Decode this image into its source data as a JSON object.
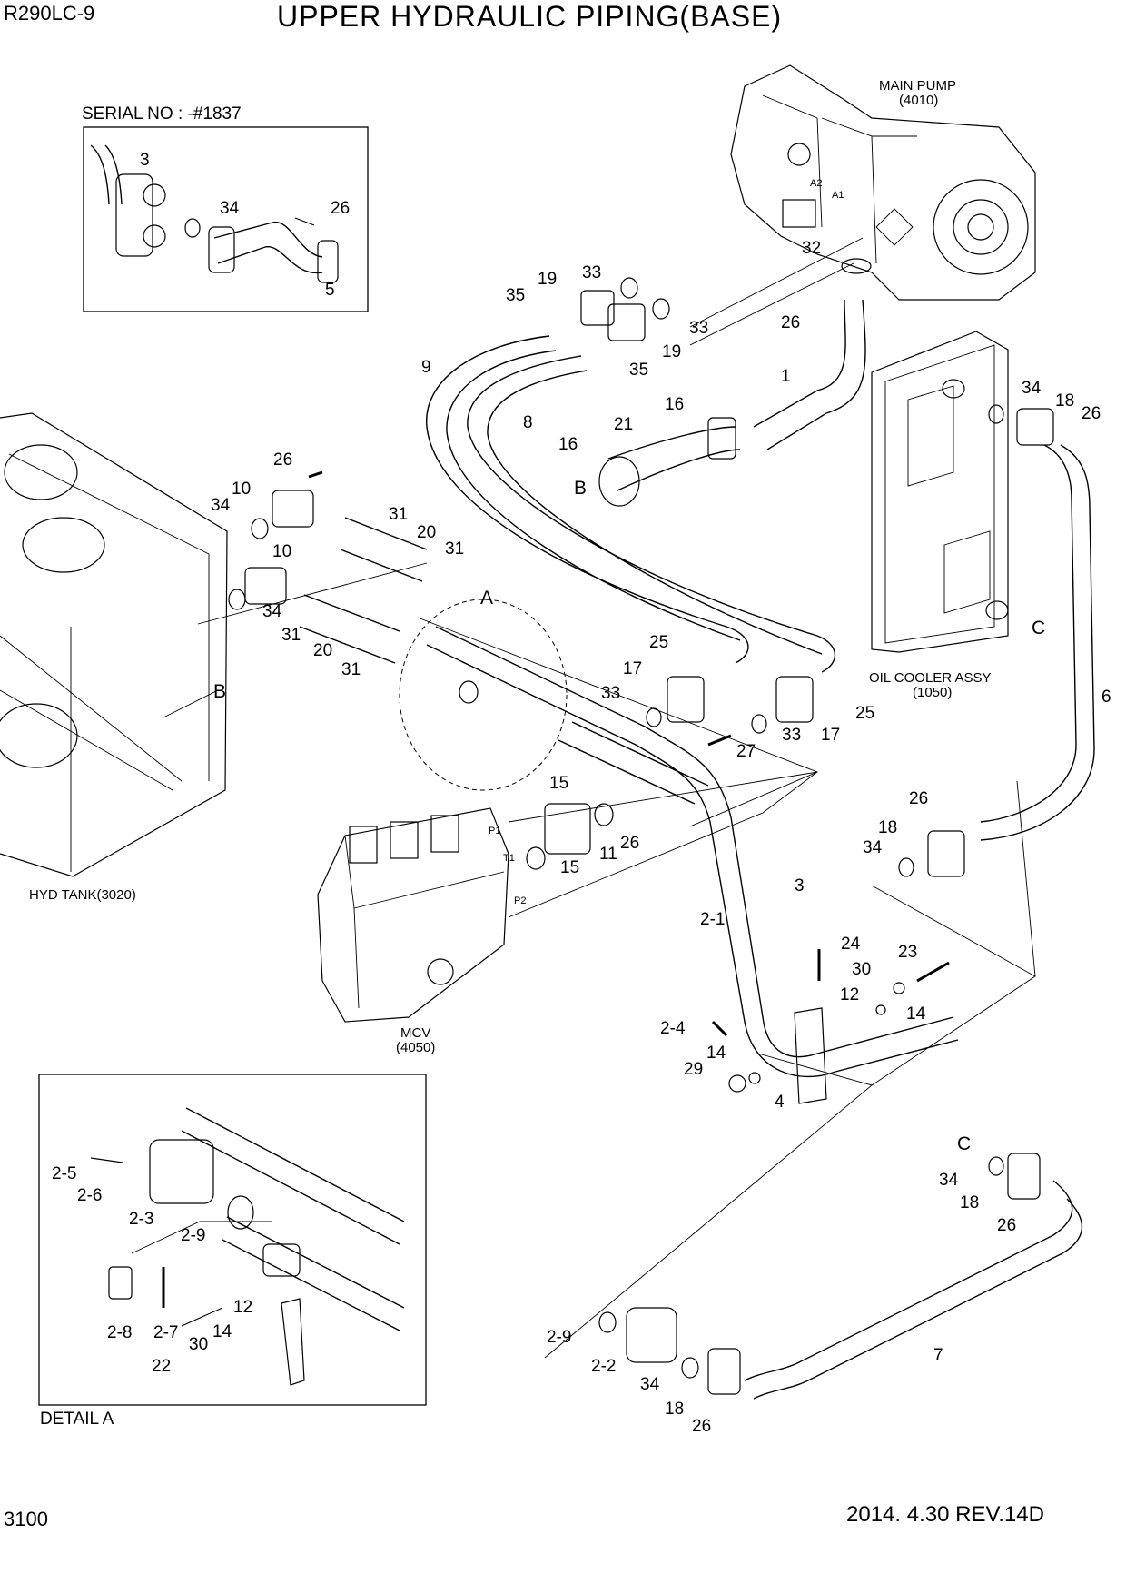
{
  "header": {
    "model": "R290LC-9",
    "title": "UPPER HYDRAULIC PIPING(BASE)"
  },
  "footer": {
    "page": "3100",
    "revision": "2014. 4.30  REV.14D"
  },
  "serial_box": {
    "label": "SERIAL NO : -#1837",
    "parts": [
      "3",
      "34",
      "26",
      "5"
    ]
  },
  "detail_box": {
    "label": "DETAIL A",
    "parts": [
      "2-5",
      "2-6",
      "2-3",
      "2-9",
      "2-8",
      "2-7",
      "12",
      "14",
      "30",
      "22"
    ]
  },
  "components": {
    "main_pump": {
      "name": "MAIN PUMP",
      "code": "(4010)",
      "ports": [
        "A2",
        "A1"
      ]
    },
    "oil_cooler": {
      "name": "OIL COOLER ASSY",
      "code": "(1050)"
    },
    "hyd_tank": {
      "name": "HYD TANK(3020)"
    },
    "mcv": {
      "name": "MCV",
      "code": "(4050)",
      "ports": [
        "P1",
        "T1",
        "P2"
      ]
    }
  },
  "view_markers": [
    "A",
    "B",
    "B",
    "C",
    "C"
  ],
  "callouts": [
    "33",
    "19",
    "35",
    "33",
    "32",
    "26",
    "1",
    "19",
    "35",
    "9",
    "8",
    "16",
    "21",
    "16",
    "34",
    "18",
    "26",
    "26",
    "10",
    "34",
    "31",
    "20",
    "31",
    "10",
    "34",
    "31",
    "20",
    "31",
    "25",
    "17",
    "33",
    "33",
    "17",
    "25",
    "27",
    "15",
    "26",
    "11",
    "15",
    "6",
    "26",
    "18",
    "34",
    "3",
    "2-1",
    "24",
    "23",
    "30",
    "12",
    "14",
    "2-4",
    "14",
    "29",
    "4",
    "34",
    "18",
    "26",
    "2-9",
    "2-2",
    "34",
    "18",
    "26",
    "7"
  ]
}
